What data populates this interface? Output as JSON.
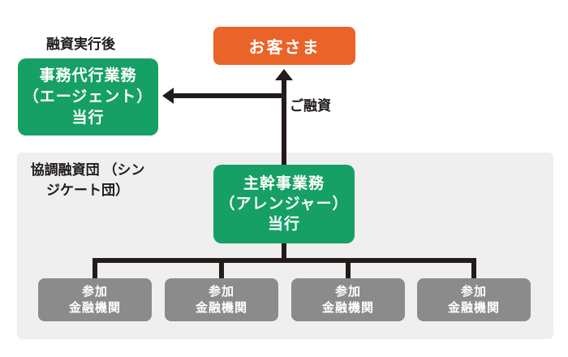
{
  "colors": {
    "orange": "#ea6329",
    "green": "#16a065",
    "graybox": "#8b8b8b",
    "panel": "#efefef",
    "line": "#231c1a",
    "text": "#1f1b1a"
  },
  "labels": {
    "after_execution": "融資実行後",
    "loan": "ご融資",
    "syndicate_line1": "協調融資団",
    "syndicate_line2": "（シンジケート団）"
  },
  "boxes": {
    "customer": {
      "label": "お客さま"
    },
    "agent": {
      "lines": [
        "事務代行業務",
        "（エージェント）",
        "当行"
      ]
    },
    "arranger": {
      "lines": [
        "主幹事業務",
        "（アレンジャー）",
        "当行"
      ]
    },
    "participants": [
      {
        "lines": [
          "参加",
          "金融機関"
        ]
      },
      {
        "lines": [
          "参加",
          "金融機関"
        ]
      },
      {
        "lines": [
          "参加",
          "金融機関"
        ]
      },
      {
        "lines": [
          "参加",
          "金融機関"
        ]
      }
    ]
  }
}
